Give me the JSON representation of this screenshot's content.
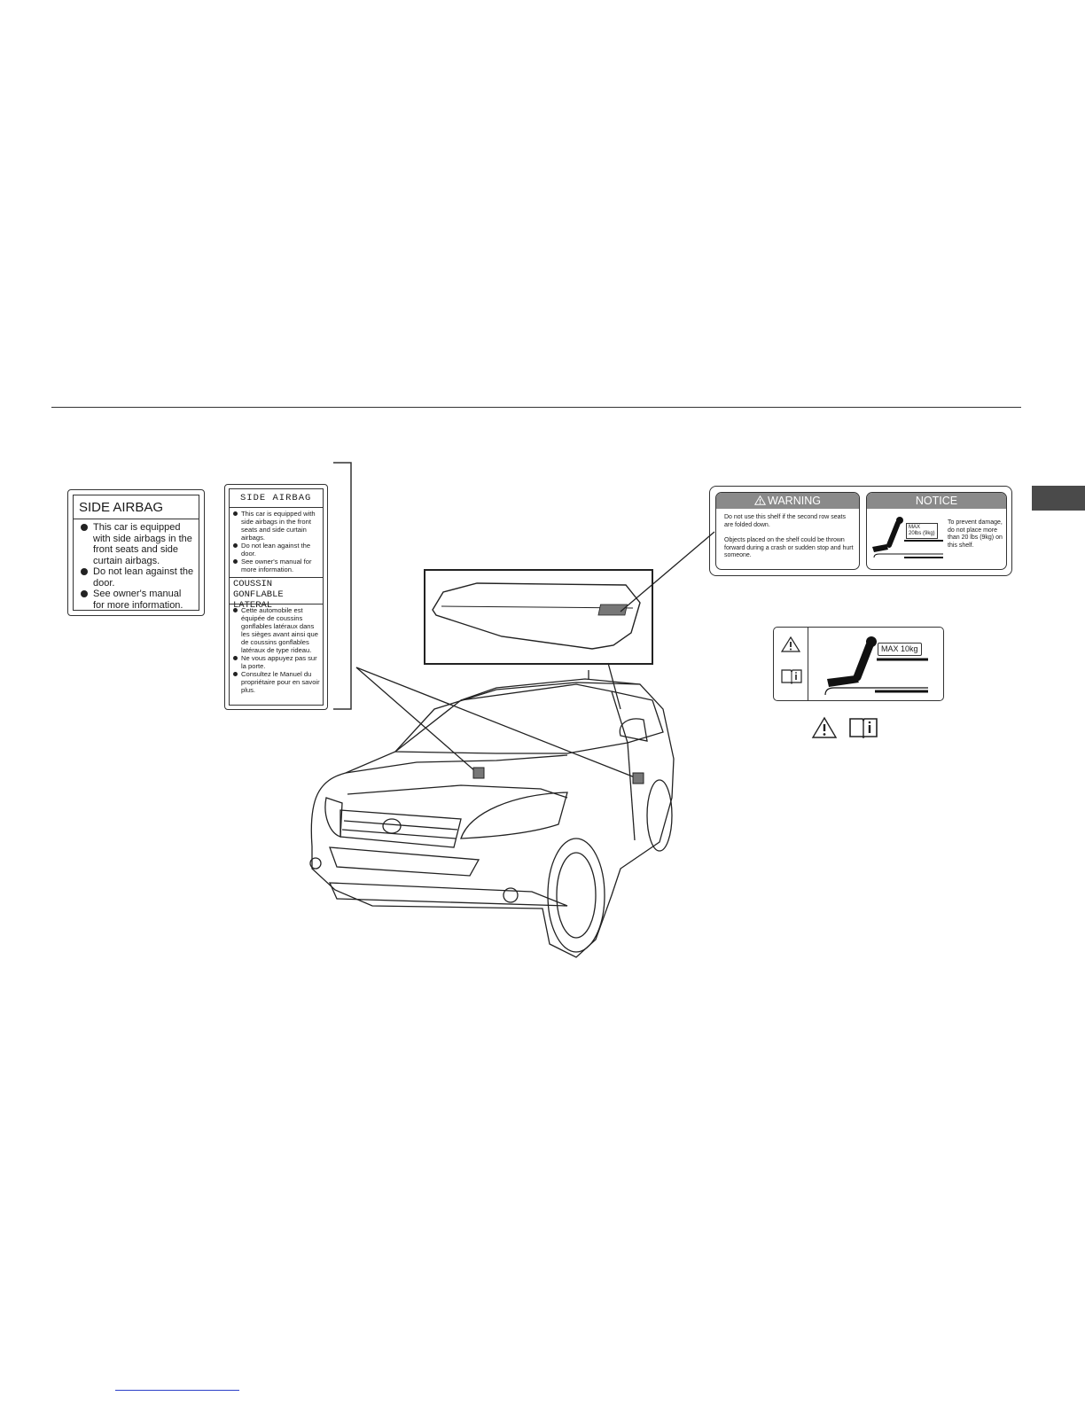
{
  "side_airbag_label_en": {
    "title": "SIDE AIRBAG",
    "items": [
      "This car is equipped with side airbags in the front seats and side curtain airbags.",
      "Do not lean against the door.",
      "See owner's manual for more information."
    ]
  },
  "side_airbag_label_bilingual": {
    "title_en": "SIDE AIRBAG",
    "items_en": [
      "This car is equipped with side airbags in the front seats and side curtain airbags.",
      "Do not lean against the door.",
      "See owner's manual for more information."
    ],
    "title_fr": "COUSSIN GONFLABLE LATERAL",
    "items_fr": [
      "Cette automobile est équipée de coussins gonflables latéraux dans les sièges avant ainsi que de coussins gonflables latéraux de type rideau.",
      "Ne vous appuyez pas sur la porte.",
      "Consultez le Manuel du propriétaire pour en savoir plus."
    ]
  },
  "shelf_label": {
    "warning_title": "WARNING",
    "warning_text_1": "Do not use this shelf if the second row seats are folded down.",
    "warning_text_2": "Objects placed on the shelf could be thrown forward during a crash or sudden stop and hurt someone.",
    "notice_title": "NOTICE",
    "notice_max_top": "MAX",
    "notice_max_value": "20lbs (9kg)",
    "notice_text": "To prevent damage, do not place more than 20 lbs (9kg) on this shelf."
  },
  "max_label": {
    "max_text": "MAX 10kg"
  },
  "icons": {
    "warning_triangle": "warning-triangle-icon",
    "owners_manual": "owners-manual-icon"
  }
}
